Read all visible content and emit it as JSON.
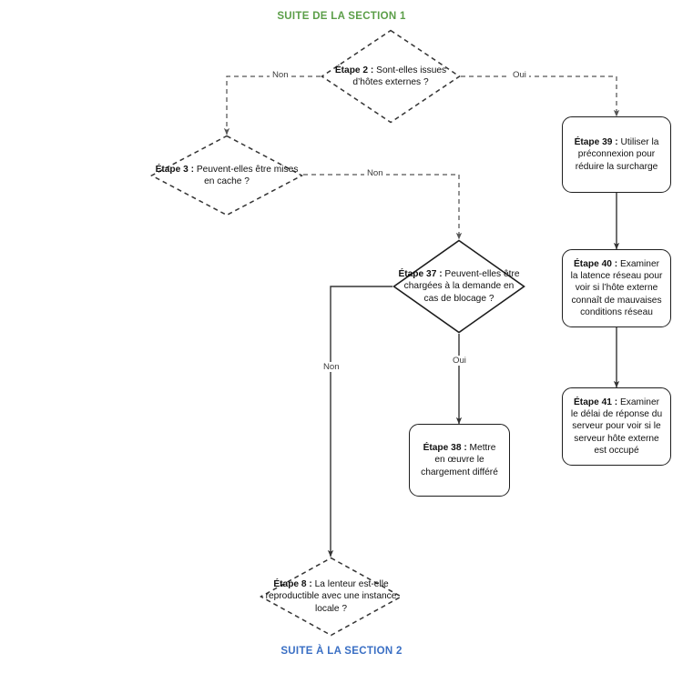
{
  "diagram": {
    "header_label": "SUITE DE LA SECTION 1",
    "footer_label": "SUITE À LA SECTION 2",
    "header_color": "#5b9e48",
    "footer_color": "#3a6fc4",
    "line_color": "#333333",
    "node_border_color": "#1d1d1d"
  },
  "nodes": {
    "etape2": {
      "label_bold": "Étape 2 :",
      "label_rest": " Sont-elles issues d’hôtes externes ?",
      "shape": "decision",
      "style": "dashed"
    },
    "etape3": {
      "label_bold": "Étape 3 :",
      "label_rest": " Peuvent-elles être mises en cache ?",
      "shape": "decision",
      "style": "dashed"
    },
    "etape37": {
      "label_bold": "Étape 37 :",
      "label_rest": " Peuvent-elles être chargées à la demande en cas de blocage ?",
      "shape": "decision",
      "style": "solid"
    },
    "etape38": {
      "label_bold": "Étape 38 :",
      "label_rest": " Mettre en œuvre le chargement différé",
      "shape": "process",
      "style": "solid"
    },
    "etape39": {
      "label_bold": "Étape 39 :",
      "label_rest": " Utiliser la préconnexion pour réduire la surcharge",
      "shape": "process",
      "style": "solid"
    },
    "etape40": {
      "label_bold": "Étape 40 :",
      "label_rest": " Examiner la latence réseau pour voir si l’hôte externe connaît de mauvaises conditions réseau",
      "shape": "process",
      "style": "solid"
    },
    "etape41": {
      "label_bold": "Étape 41 :",
      "label_rest": " Examiner le délai de réponse du serveur pour voir si le serveur hôte externe est occupé",
      "shape": "process",
      "style": "solid"
    },
    "etape8": {
      "label_bold": "Étape 8 :",
      "label_rest": " La lenteur est-elle reproductible avec une instance locale ?",
      "shape": "decision",
      "style": "dashed"
    }
  },
  "edge_labels": {
    "e2_non": "Non",
    "e2_oui": "Oui",
    "e3_non": "Non",
    "e37_non": "Non",
    "e37_oui": "Oui"
  }
}
